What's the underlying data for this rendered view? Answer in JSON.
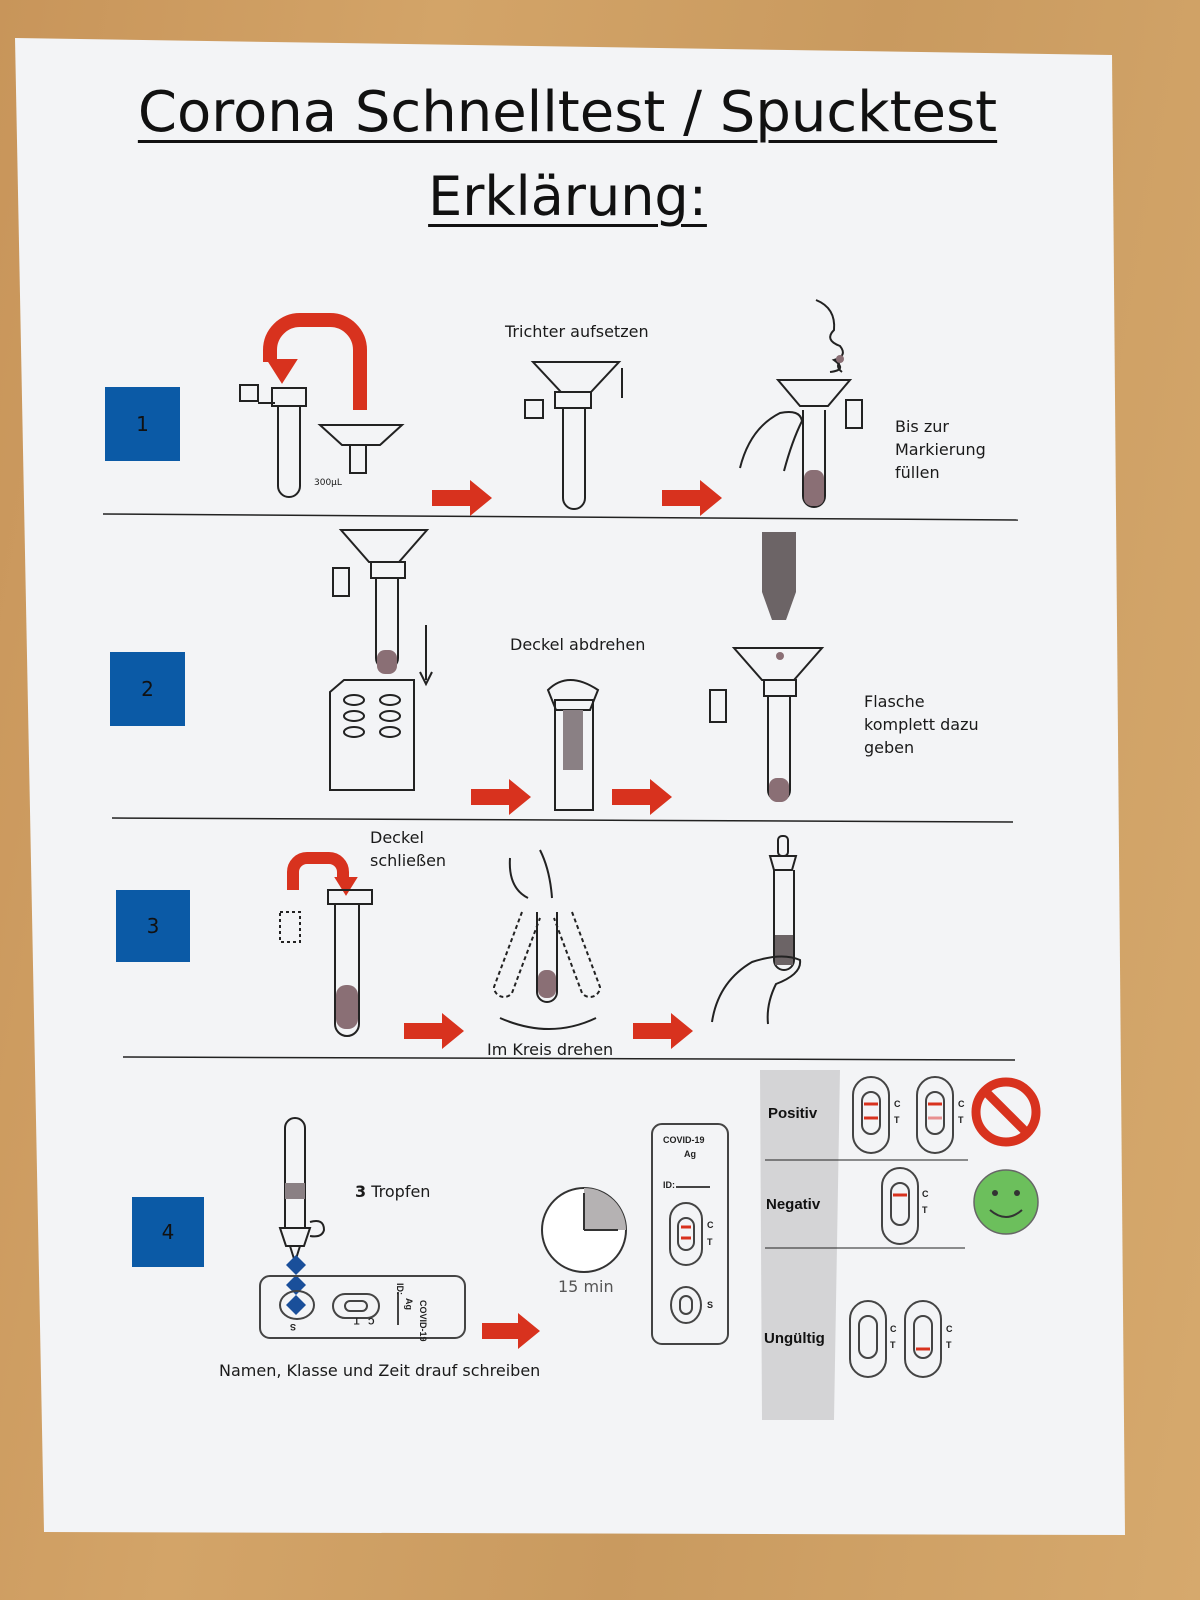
{
  "title": "Corona Schnelltest / Spucktest",
  "subtitle": "Erklärung:",
  "steps": [
    {
      "number": "1",
      "labels": {
        "volume": "300µL",
        "funnel": "Trichter aufsetzen",
        "fill": [
          "Bis zur",
          "Markierung",
          "füllen"
        ]
      }
    },
    {
      "number": "2",
      "labels": {
        "cap": "Deckel abdrehen",
        "bottle": [
          "Flasche",
          "komplett dazu",
          "geben"
        ]
      }
    },
    {
      "number": "3",
      "labels": {
        "close": [
          "Deckel",
          "schließen"
        ],
        "swirl": "Im Kreis drehen"
      }
    },
    {
      "number": "4",
      "labels": {
        "drops_count": "3",
        "drops_word": "Tropfen",
        "timer": "15 min",
        "write": "Namen, Klasse und Zeit drauf schreiben"
      }
    }
  ],
  "cassette": {
    "brand": "COVID-19",
    "type": "Ag",
    "id": "ID:",
    "c": "C",
    "t": "T",
    "s": "S"
  },
  "results": [
    {
      "label": "Positiv",
      "icon": "prohibited-icon"
    },
    {
      "label": "Negativ",
      "icon": "smiley-icon"
    },
    {
      "label": "Ungültig",
      "icon": ""
    }
  ],
  "colors": {
    "step_box": "#0b5aa6",
    "arrow": "#d8321e",
    "positive": "#d8321e",
    "negative": "#6cbf5c",
    "table_col": "#d4d4d6"
  }
}
